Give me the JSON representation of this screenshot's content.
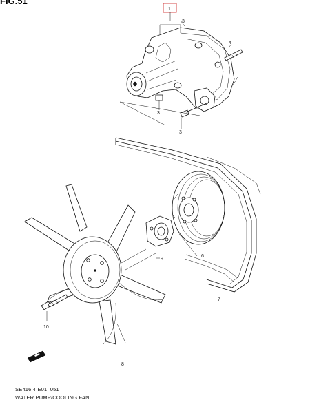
{
  "header": {
    "fig_label": "FIG.51"
  },
  "callouts": {
    "c1": "1",
    "c3a": "3",
    "c3b": "3",
    "c3c": "3",
    "c4": "4",
    "c6": "6",
    "c7": "7",
    "c8": "8",
    "c9": "9",
    "c10": "10"
  },
  "footer": {
    "code": "SE416 4 E01_051",
    "title": "WATER PUMP/COOLING FAN"
  },
  "colors": {
    "line": "#111111",
    "callout_box": "#d64b4b",
    "background": "#ffffff"
  },
  "icons": {
    "front_arrow": "fwd-arrow-icon"
  }
}
